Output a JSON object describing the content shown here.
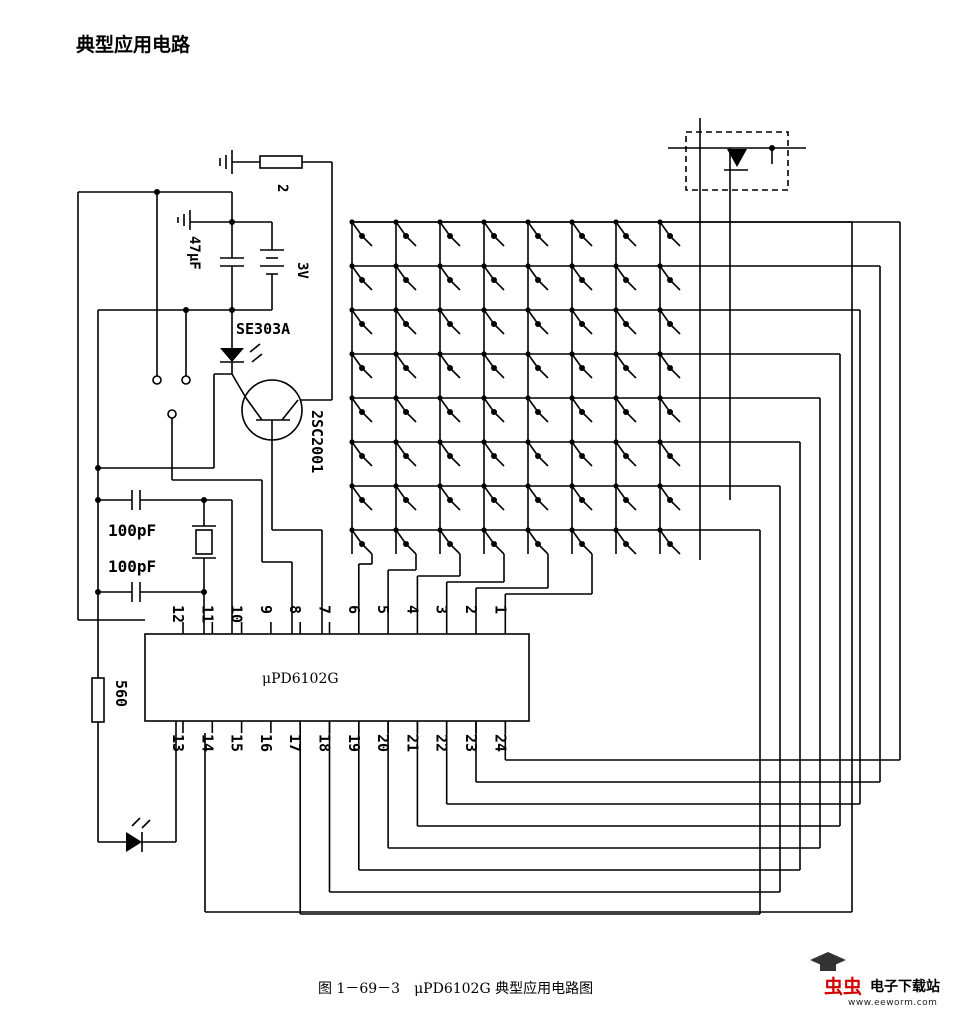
{
  "title": "典型应用电路",
  "caption": "图 1－69－3　μPD6102G 典型应用电路图",
  "chip": {
    "label": "μPD6102G",
    "top_pins": [
      "12",
      "11",
      "10",
      "9",
      "8",
      "7",
      "6",
      "5",
      "4",
      "3",
      "2",
      "1"
    ],
    "bottom_pins": [
      "13",
      "14",
      "15",
      "16",
      "17",
      "18",
      "19",
      "20",
      "21",
      "22",
      "23",
      "24"
    ]
  },
  "components": {
    "resistor_top": "2",
    "capacitor_47": "47μF",
    "battery": "3V",
    "led_module": "SE303A",
    "transistor": "2SC2001",
    "cap_100_a": "100pF",
    "cap_100_b": "100pF",
    "resistor_560": "560"
  },
  "keypad": {
    "rows": 8,
    "cols": 8
  },
  "watermark": {
    "brand": "虫虫",
    "site": "电子下载站",
    "url": "www.eeworm.com"
  }
}
